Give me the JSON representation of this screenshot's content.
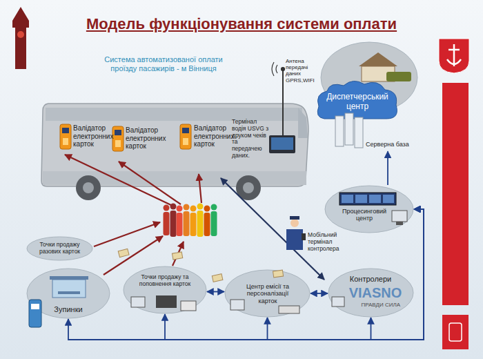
{
  "diagram": {
    "title": "Модель функціонування системи оплати",
    "nodes": [
      {
        "text": [
          "Валідатор електронних карток"
        ]
      },
      {
        "text": [
          "Валідатор електронних карток"
        ]
      },
      {
        "text": [
          "Валідатор електронних карток"
        ]
      },
      {
        "text": [
          "Термінал водія USVG з друком чеків та передачею даних."
        ]
      },
      {
        "text": [
          "Антена передачі даних GPRS,WIFI"
        ]
      },
      {
        "text": [
          "Диспетчерський центр"
        ]
      },
      {
        "text": [
          "Серверна база"
        ]
      },
      {
        "text": [
          "Процесинговий центр"
        ]
      },
      {
        "text": [
          "Мобільний термінал контролера"
        ]
      },
      {
        "text": [
          "Точки продажу разових карток"
        ]
      },
      {
        "text": [
          "Зупинки"
        ]
      },
      {
        "text": [
          "Точки продажу та поповнення карток"
        ]
      },
      {
        "text": [
          "Центр емісії та персоналізації карток"
        ]
      },
      {
        "text": [
          "Контролери"
        ]
      }
    ],
    "edges": [
      {
        "from": 7,
        "to": 6,
        "arrow": "to"
      },
      {
        "from": 10,
        "to": 7,
        "arrow": "both"
      },
      {
        "from": 11,
        "to": 7,
        "arrow": "both"
      },
      {
        "from": 12,
        "to": 7,
        "arrow": "both"
      },
      {
        "from": 13,
        "to": 7,
        "arrow": "both"
      },
      {
        "from": 11,
        "to": 12,
        "arrow": "both"
      },
      {
        "from": 12,
        "to": 13,
        "arrow": "both"
      }
    ],
    "labels": [
      "Система автоматизованої оплати проїзду пасажирів - м Вінниця",
      "VIASNO",
      "ПРАВДИ СИЛА"
    ]
  }
}
